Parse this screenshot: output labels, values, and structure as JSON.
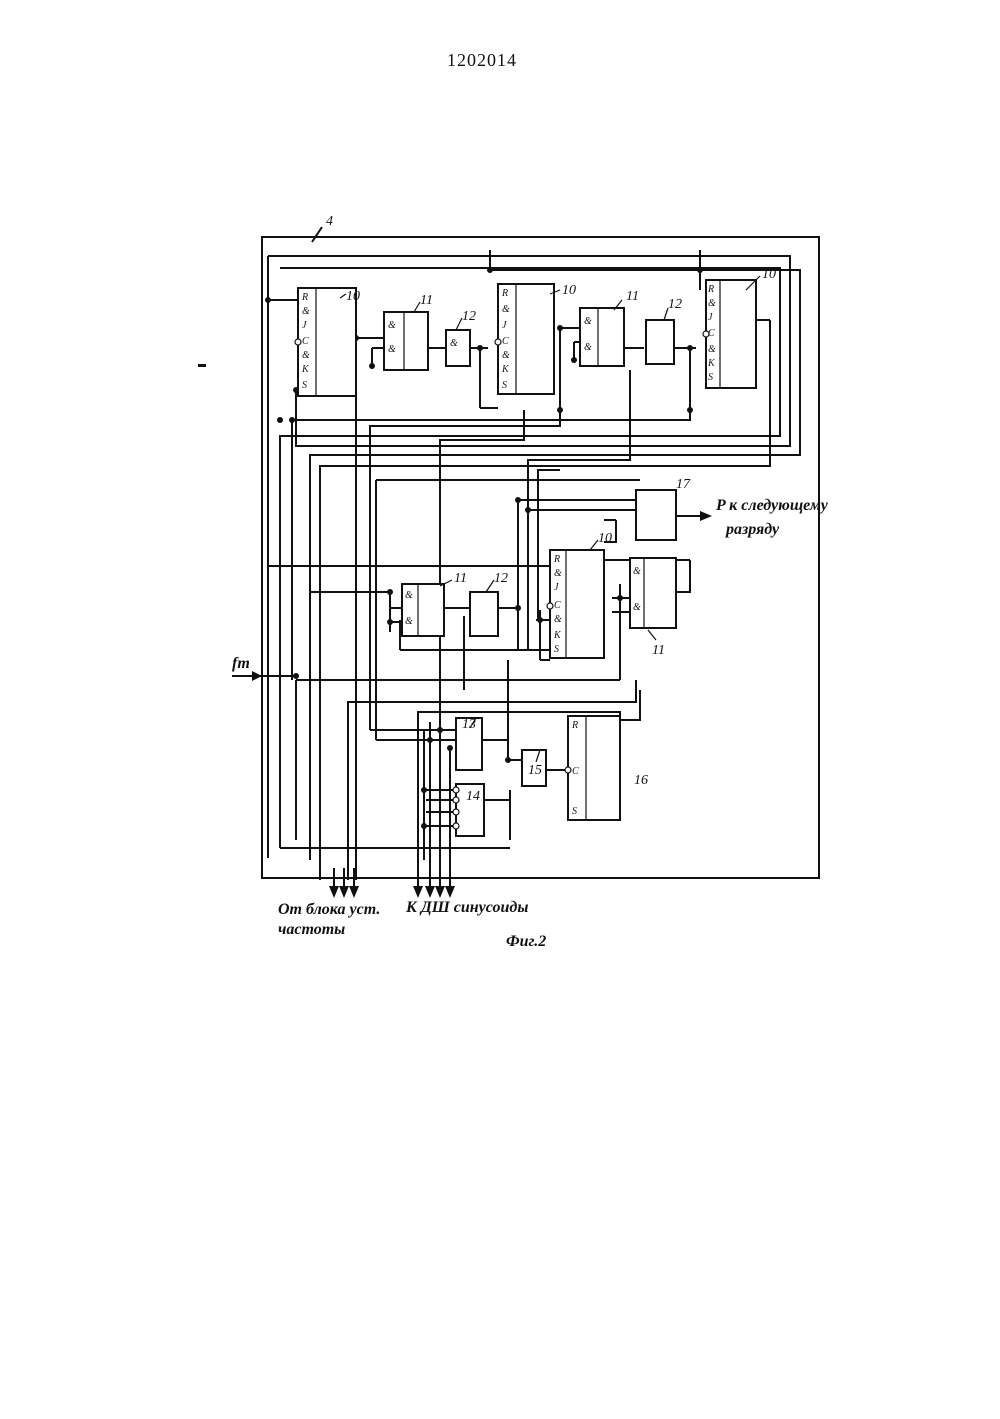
{
  "patent_number": "1202014",
  "frame_label": "4",
  "figure_caption": "Фиг.2",
  "input_label": "fт",
  "output_right": {
    "line1": "P к следующему",
    "line2": "разряду"
  },
  "bottom_left": {
    "line1": "От блока уст.",
    "line2": "частоты"
  },
  "bottom_mid": "К ДШ синусоиды",
  "blocks": {
    "b10a": {
      "num": "10",
      "pins": [
        "R",
        "&",
        "J",
        "C",
        "&",
        "K",
        "S"
      ]
    },
    "b11a": {
      "num": "11",
      "pins": [
        "&",
        "&"
      ]
    },
    "b12a": {
      "num": "12",
      "pins": [
        "&"
      ]
    },
    "b10b": {
      "num": "10",
      "pins": [
        "R",
        "&",
        "J",
        "C",
        "&",
        "K",
        "S"
      ]
    },
    "b11b": {
      "num": "11",
      "pins": [
        "&",
        "&"
      ]
    },
    "b12b": {
      "num": "12",
      "pins": []
    },
    "b10c": {
      "num": "10",
      "pins": [
        "R",
        "&",
        "J",
        "C",
        "&",
        "K",
        "S"
      ]
    },
    "b17": {
      "num": "17"
    },
    "b11c": {
      "num": "11",
      "pins": [
        "&",
        "&"
      ]
    },
    "b12c": {
      "num": "12"
    },
    "b10d": {
      "num": "10",
      "pins": [
        "R",
        "&",
        "J",
        "C",
        "&",
        "K",
        "S"
      ]
    },
    "b11d": {
      "num": "11",
      "pins": [
        "&",
        "&"
      ]
    },
    "b13": {
      "num": "13"
    },
    "b14": {
      "num": "14"
    },
    "b15": {
      "num": "15"
    },
    "b16": {
      "num": "16",
      "pins": [
        "R",
        "C",
        "S"
      ]
    }
  }
}
